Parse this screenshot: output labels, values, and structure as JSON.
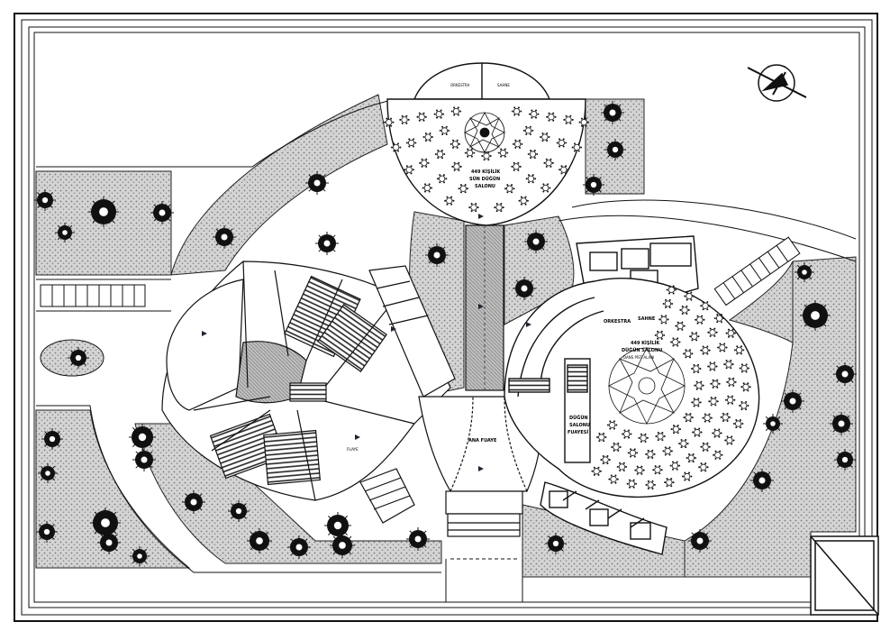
{
  "drawing": {
    "labels": {
      "north_hall_caption": "449 KİŞİLİK",
      "north_hall_name_1": "SÜN DÜĞÜN",
      "north_hall_name_2": "SALONU",
      "north_hall_top_1": "ORKESTRA",
      "north_hall_top_2": "SAHNE",
      "east_hall_caption": "449 KİŞİLİK",
      "east_hall_name_1": "DÜĞÜN SALONU",
      "east_hall_dance": "DANS PİST ALANI",
      "orkestra": "ORKESTRA",
      "sahne": "SAHNE",
      "foyer_1": "DÜĞÜN",
      "foyer_2": "SALONU",
      "foyer_3": "FUAYESİ",
      "entrance": "ANA FUAYE",
      "west_foyer": "FUAYE"
    },
    "colors": {
      "line": "#111111",
      "green_fill": "#c9c9c9",
      "paper": "#ffffff"
    },
    "symbols": [
      "north-arrow-icon",
      "tree-icon",
      "round-table-icon",
      "rosette-icon"
    ]
  }
}
